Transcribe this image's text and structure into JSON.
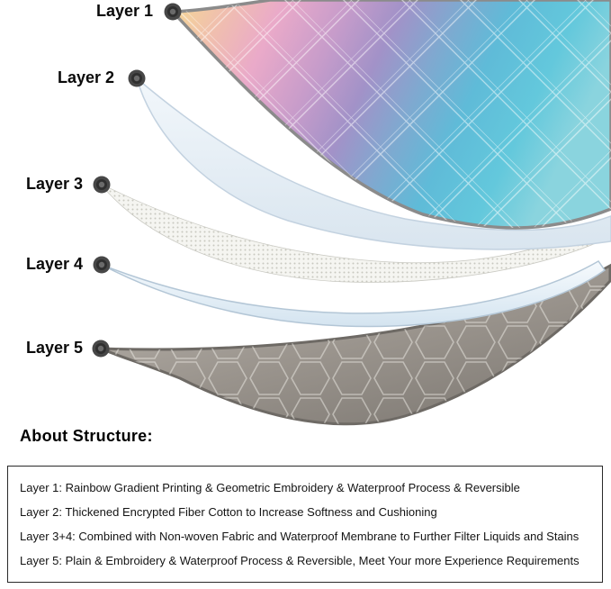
{
  "diagram": {
    "layers": [
      {
        "label": "Layer 1"
      },
      {
        "label": "Layer 2"
      },
      {
        "label": "Layer 3"
      },
      {
        "label": "Layer 4"
      },
      {
        "label": "Layer 5"
      }
    ]
  },
  "about": {
    "heading": "About Structure:",
    "items": [
      "Layer 1: Rainbow Gradient Printing & Geometric Embroidery & Waterproof Process & Reversible",
      "Layer 2: Thickened Encrypted Fiber Cotton to Increase Softness and Cushioning",
      "Layer 3+4: Combined with Non-woven Fabric and Waterproof Membrane to Further Filter Liquids and Stains",
      "Layer 5: Plain & Embroidery & Waterproof Process & Reversible, Meet Your more Experience Requirements"
    ]
  },
  "colors": {
    "rainbow_stops": [
      "#f4d894",
      "#eaaac9",
      "#a292c8",
      "#5fbbd8",
      "#8ad4de"
    ],
    "gray_fabric": "#9a948d",
    "membrane_sheet": "#d4e4f0",
    "mesh_fabric": "#f5f5f1",
    "pin": "#474747",
    "border_box": "#2a2a2a"
  }
}
